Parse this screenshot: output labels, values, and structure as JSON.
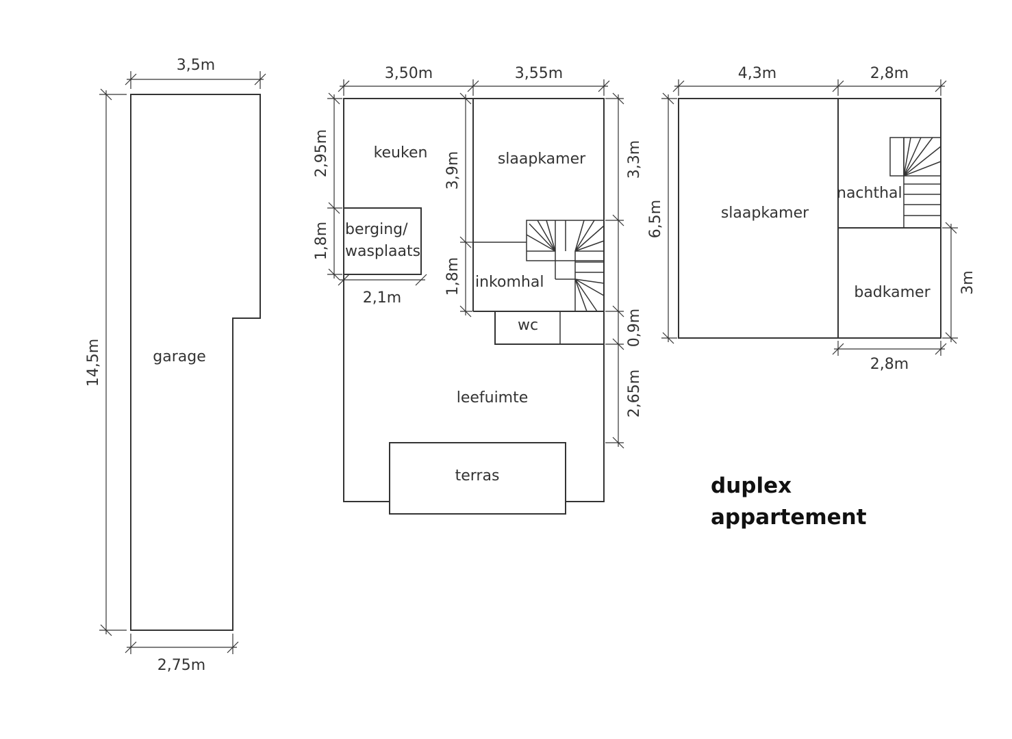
{
  "title": {
    "line1": "duplex",
    "line2": "appartement"
  },
  "garage_plan": {
    "rooms": {
      "garage": "garage"
    },
    "dimensions": {
      "top_width": "3,5m",
      "bottom_width": "2,75m",
      "height": "14,5m"
    }
  },
  "ground_floor": {
    "rooms": {
      "keuken": "keuken",
      "slaapkamer": "slaapkamer",
      "berging_line1": "berging/",
      "berging_line2": "wasplaats",
      "inkomhal": "inkomhal",
      "wc": "wc",
      "leefruimte": "leefuimte",
      "terras": "terras"
    },
    "dimensions": {
      "top_left_width": "3,50m",
      "top_right_width": "3,55m",
      "keuken_height": "2,95m",
      "berging_height": "1,8m",
      "berging_width": "2,1m",
      "slaapkamer_height": "3,9m",
      "inkomhal_height": "1,8m",
      "right_upper_height": "3,3m",
      "wc_height": "0,9m",
      "right_lower_height": "2,65m"
    }
  },
  "upper_floor": {
    "rooms": {
      "slaapkamer": "slaapkamer",
      "nachthal": "nachthal",
      "badkamer": "badkamer"
    },
    "dimensions": {
      "top_left_width": "4,3m",
      "top_right_width": "2,8m",
      "bottom_right_width": "2,8m",
      "left_height": "6,5m",
      "badkamer_height": "3m"
    }
  }
}
